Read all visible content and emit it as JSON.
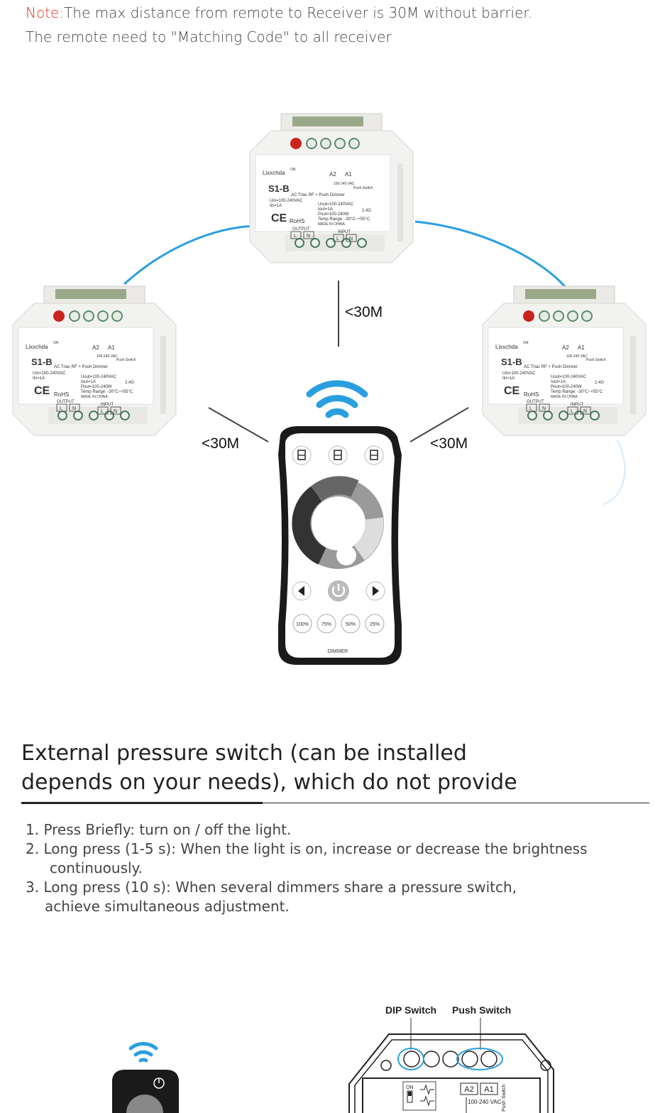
{
  "note": {
    "label": "Note:",
    "line1": "The max distance from remote to Receiver is 30M without barrier.",
    "line2": "The remote need to \"Matching Code\" to all receiver"
  },
  "distance_label": "<30M",
  "receiver": {
    "brand": "Lixxchda",
    "model": "S1-B",
    "subtitle": "AC Triac RF + Push Dimmer",
    "uin": "Uin=100-240VAC",
    "iin": "Iin=1A",
    "uout": "Uout=100-240VAC",
    "iout": "Iout=1A",
    "pout": "Pout=100-240W",
    "temp": "Temp Range: -30°C~+55°C",
    "made": "MADE IN CHINA",
    "freq": "2.4G",
    "rohs": "RoHS",
    "output": "OUTPUT",
    "input": "INPUT",
    "l": "L",
    "n": "N",
    "a2": "A2",
    "a1": "A1",
    "vac": "100-240 VAC",
    "on": "ON",
    "push": "Push Switch"
  },
  "remote": {
    "buttons": [
      "100%",
      "75%",
      "50%",
      "25%"
    ],
    "label": "DIMMER"
  },
  "heading": "External pressure switch (can be installed depends on your needs), which do not provide",
  "steps": [
    "1. Press Briefly: turn on / off the light.",
    "2. Long press (1-5 s): When the light is on, increase or decrease the brightness",
    "continuously.",
    "3. Long press (10 s): When several dimmers share a pressure switch,",
    "achieve simultaneous adjustment."
  ],
  "bottom": {
    "dip_label": "DIP Switch",
    "push_label": "Push Switch",
    "a2": "A2",
    "a1": "A1",
    "vac": "100-240 VAC",
    "on": "ON",
    "push": "Push Switch"
  },
  "colors": {
    "accent_blue": "#2a9fe0",
    "note_red": "#e8321e"
  }
}
